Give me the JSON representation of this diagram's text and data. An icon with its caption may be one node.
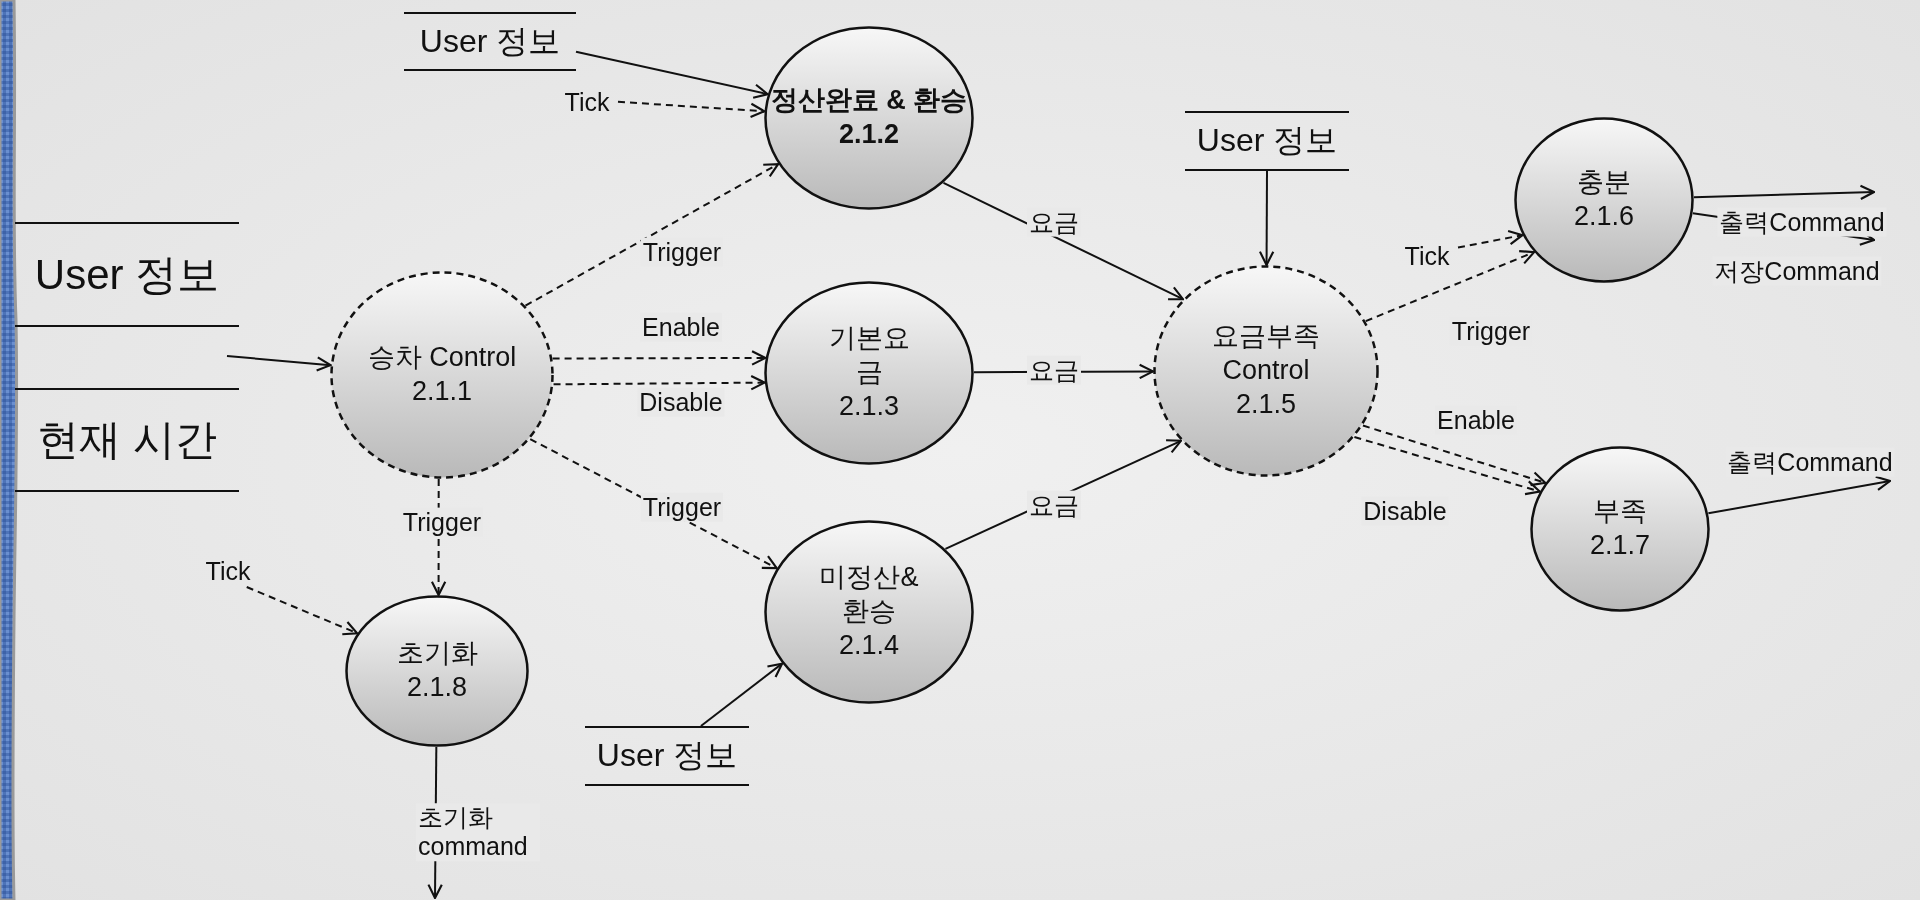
{
  "diagram": {
    "nodes": [
      {
        "text": [
          "User 정보"
        ]
      },
      {
        "text": [
          "User 정보"
        ]
      },
      {
        "text": [
          "현재 시간"
        ]
      },
      {
        "text": [
          "승차 Control",
          "2.1.1"
        ]
      },
      {
        "text": [
          "정산완료 & 환승",
          "2.1.2"
        ]
      },
      {
        "text": [
          "기본요금",
          "2.1.3"
        ]
      },
      {
        "text": [
          "미정산& 환승",
          "2.1.4"
        ]
      },
      {
        "text": [
          "초기화",
          "2.1.8"
        ]
      },
      {
        "text": [
          "User 정보"
        ]
      },
      {
        "text": [
          "요금부족 Control",
          "2.1.5"
        ]
      },
      {
        "text": [
          "User 정보"
        ]
      },
      {
        "text": [
          "충분",
          "2.1.6"
        ]
      },
      {
        "text": [
          "부족",
          "2.1.7"
        ]
      },
      {
        "text": [
          "Tick"
        ]
      },
      {
        "text": [
          "Tick"
        ]
      },
      {
        "text": [
          "Tick"
        ]
      }
    ],
    "edges": [
      {
        "from": 0,
        "to": 4,
        "arrow": "to"
      },
      {
        "from": 13,
        "to": 4,
        "arrow": "to",
        "style": "dashed"
      },
      {
        "from": 3,
        "to": 4,
        "arrow": "to",
        "style": "dashed",
        "label": "Trigger"
      },
      {
        "from": 3,
        "to": 5,
        "arrow": "to",
        "style": "dashed",
        "label": "Enable"
      },
      {
        "from": 3,
        "to": 5,
        "arrow": "to",
        "style": "dashed",
        "label": "Disable"
      },
      {
        "from": 3,
        "to": 6,
        "arrow": "to",
        "style": "dashed",
        "label": "Trigger"
      },
      {
        "from": 3,
        "to": 7,
        "arrow": "to",
        "style": "dashed",
        "label": "Trigger"
      },
      {
        "from": 15,
        "to": 7,
        "arrow": "to",
        "style": "dashed"
      },
      {
        "from": 7,
        "to": null,
        "arrow": "to",
        "label": "초기화 command"
      },
      {
        "from": 8,
        "to": 6,
        "arrow": "to"
      },
      {
        "from": null,
        "to": 3,
        "arrow": "to"
      },
      {
        "from": 4,
        "to": 9,
        "arrow": "to",
        "label": "요금"
      },
      {
        "from": 5,
        "to": 9,
        "arrow": "to",
        "label": "요금"
      },
      {
        "from": 6,
        "to": 9,
        "arrow": "to",
        "label": "요금"
      },
      {
        "from": 10,
        "to": 9,
        "arrow": "to"
      },
      {
        "from": 14,
        "to": 11,
        "arrow": "to",
        "style": "dashed"
      },
      {
        "from": 9,
        "to": 11,
        "arrow": "to",
        "style": "dashed",
        "label": "Trigger"
      },
      {
        "from": 9,
        "to": 12,
        "arrow": "to",
        "style": "dashed",
        "label": "Enable"
      },
      {
        "from": 9,
        "to": 12,
        "arrow": "to",
        "style": "dashed",
        "label": "Disable"
      },
      {
        "from": 11,
        "to": null,
        "arrow": "to",
        "label": "출력Command"
      },
      {
        "from": 11,
        "to": null,
        "arrow": "to",
        "label": "저장Command"
      },
      {
        "from": 12,
        "to": null,
        "arrow": "to",
        "label": "출력Command"
      }
    ]
  }
}
